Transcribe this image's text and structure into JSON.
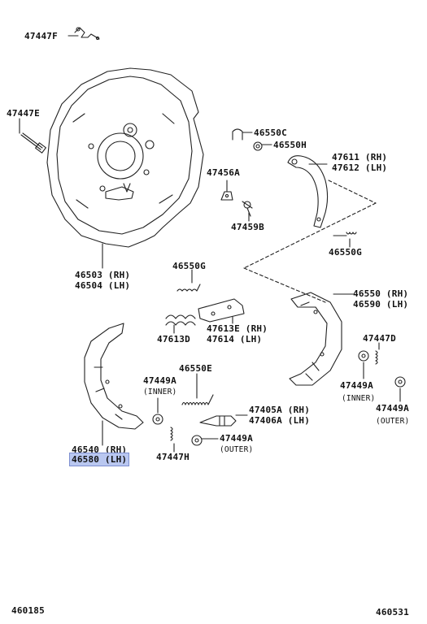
{
  "labels": {
    "l47447F": "47447F",
    "l47447E": "47447E",
    "l46550C": "46550C",
    "l46550H": "46550H",
    "l47611": "47611 (RH)",
    "l47612": "47612 (LH)",
    "l47456A": "47456A",
    "l47459B": "47459B",
    "l46550G_r": "46550G",
    "l46503": "46503 (RH)",
    "l46504": "46504 (LH)",
    "l46550G_l": "46550G",
    "l46550": "46550 (RH)",
    "l46590": "46590 (LH)",
    "l47613E": "47613E (RH)",
    "l47614": "47614  (LH)",
    "l47613D": "47613D",
    "l47447D": "47447D",
    "l46550E": "46550E",
    "l47449A_1": "47449A",
    "inner_1": "(INNER)",
    "l47449A_2": "47449A",
    "inner_2": "(INNER)",
    "l47449A_3": "47449A",
    "outer_1": "(OUTER)",
    "l47405A": "47405A (RH)",
    "l47406A": "47406A (LH)",
    "l47449A_4": "47449A",
    "outer_2": "(OUTER)",
    "l46540": "46540 (RH)",
    "l46580": "46580 (LH)",
    "l47447H": "47447H",
    "code_left": "460185",
    "code_right": "460531"
  },
  "colors": {
    "highlight": "#b9c7f0",
    "line": "#222222"
  }
}
